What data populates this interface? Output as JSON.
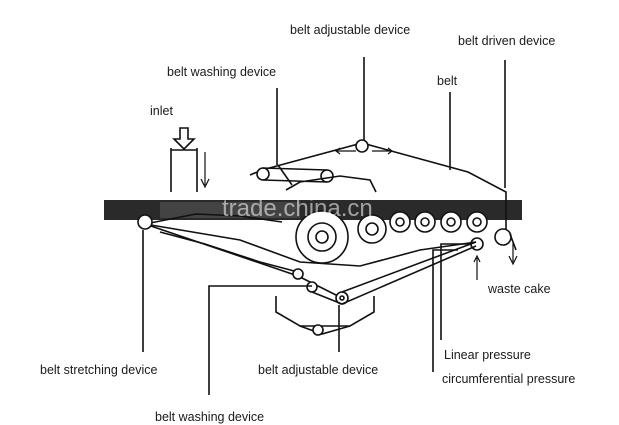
{
  "labels": {
    "belt_adjustable_top": "belt adjustable device",
    "belt_driven": "belt driven device",
    "belt_washing_top": "belt washing device",
    "belt": "belt",
    "inlet": "inlet",
    "waste_cake": "waste cake",
    "belt_stretching": "belt stretching device",
    "belt_adjustable_bottom": "belt adjustable device",
    "linear_pressure": "Linear pressure",
    "circumferential_pressure": "circumferential pressure",
    "belt_washing_bottom": "belt washing device"
  },
  "watermark": "trade.china.cn"
}
